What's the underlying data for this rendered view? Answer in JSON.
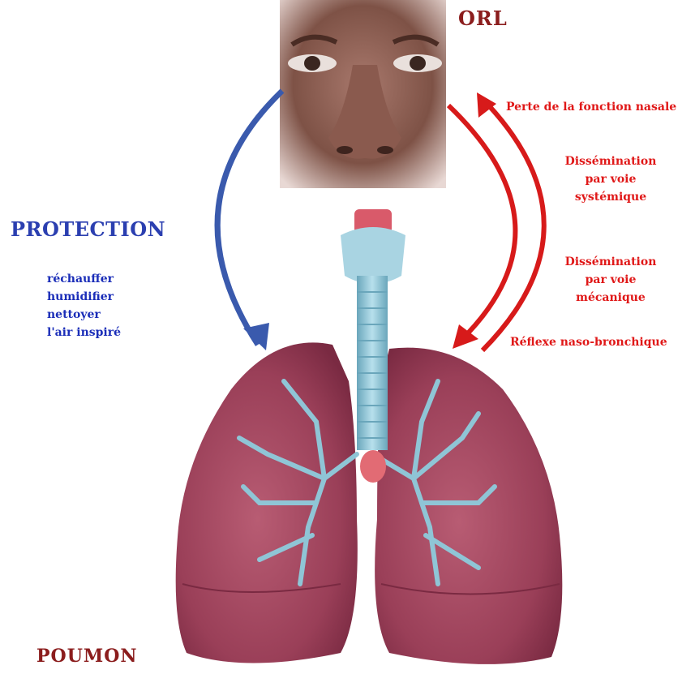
{
  "labels": {
    "orl": "ORL",
    "protection": "PROTECTION",
    "poumon": "POUMON"
  },
  "protection_functions": [
    "réchauffer",
    "humidifier",
    "nettoyer",
    "l'air inspiré"
  ],
  "pathways": {
    "perte": "Perte de la fonction nasale",
    "dissemination_systemique": [
      "Dissémination",
      "par voie",
      "systémique"
    ],
    "dissemination_mecanique": [
      "Dissémination",
      "par voie",
      "mécanique"
    ],
    "reflexe": "Réflexe naso-bronchique"
  },
  "colors": {
    "protection_arrow": "#3a5aad",
    "disease_arrow": "#d71a1a",
    "lung": "#a0465e",
    "trachea": "#8fc5d6",
    "skin": "#7a5048"
  }
}
